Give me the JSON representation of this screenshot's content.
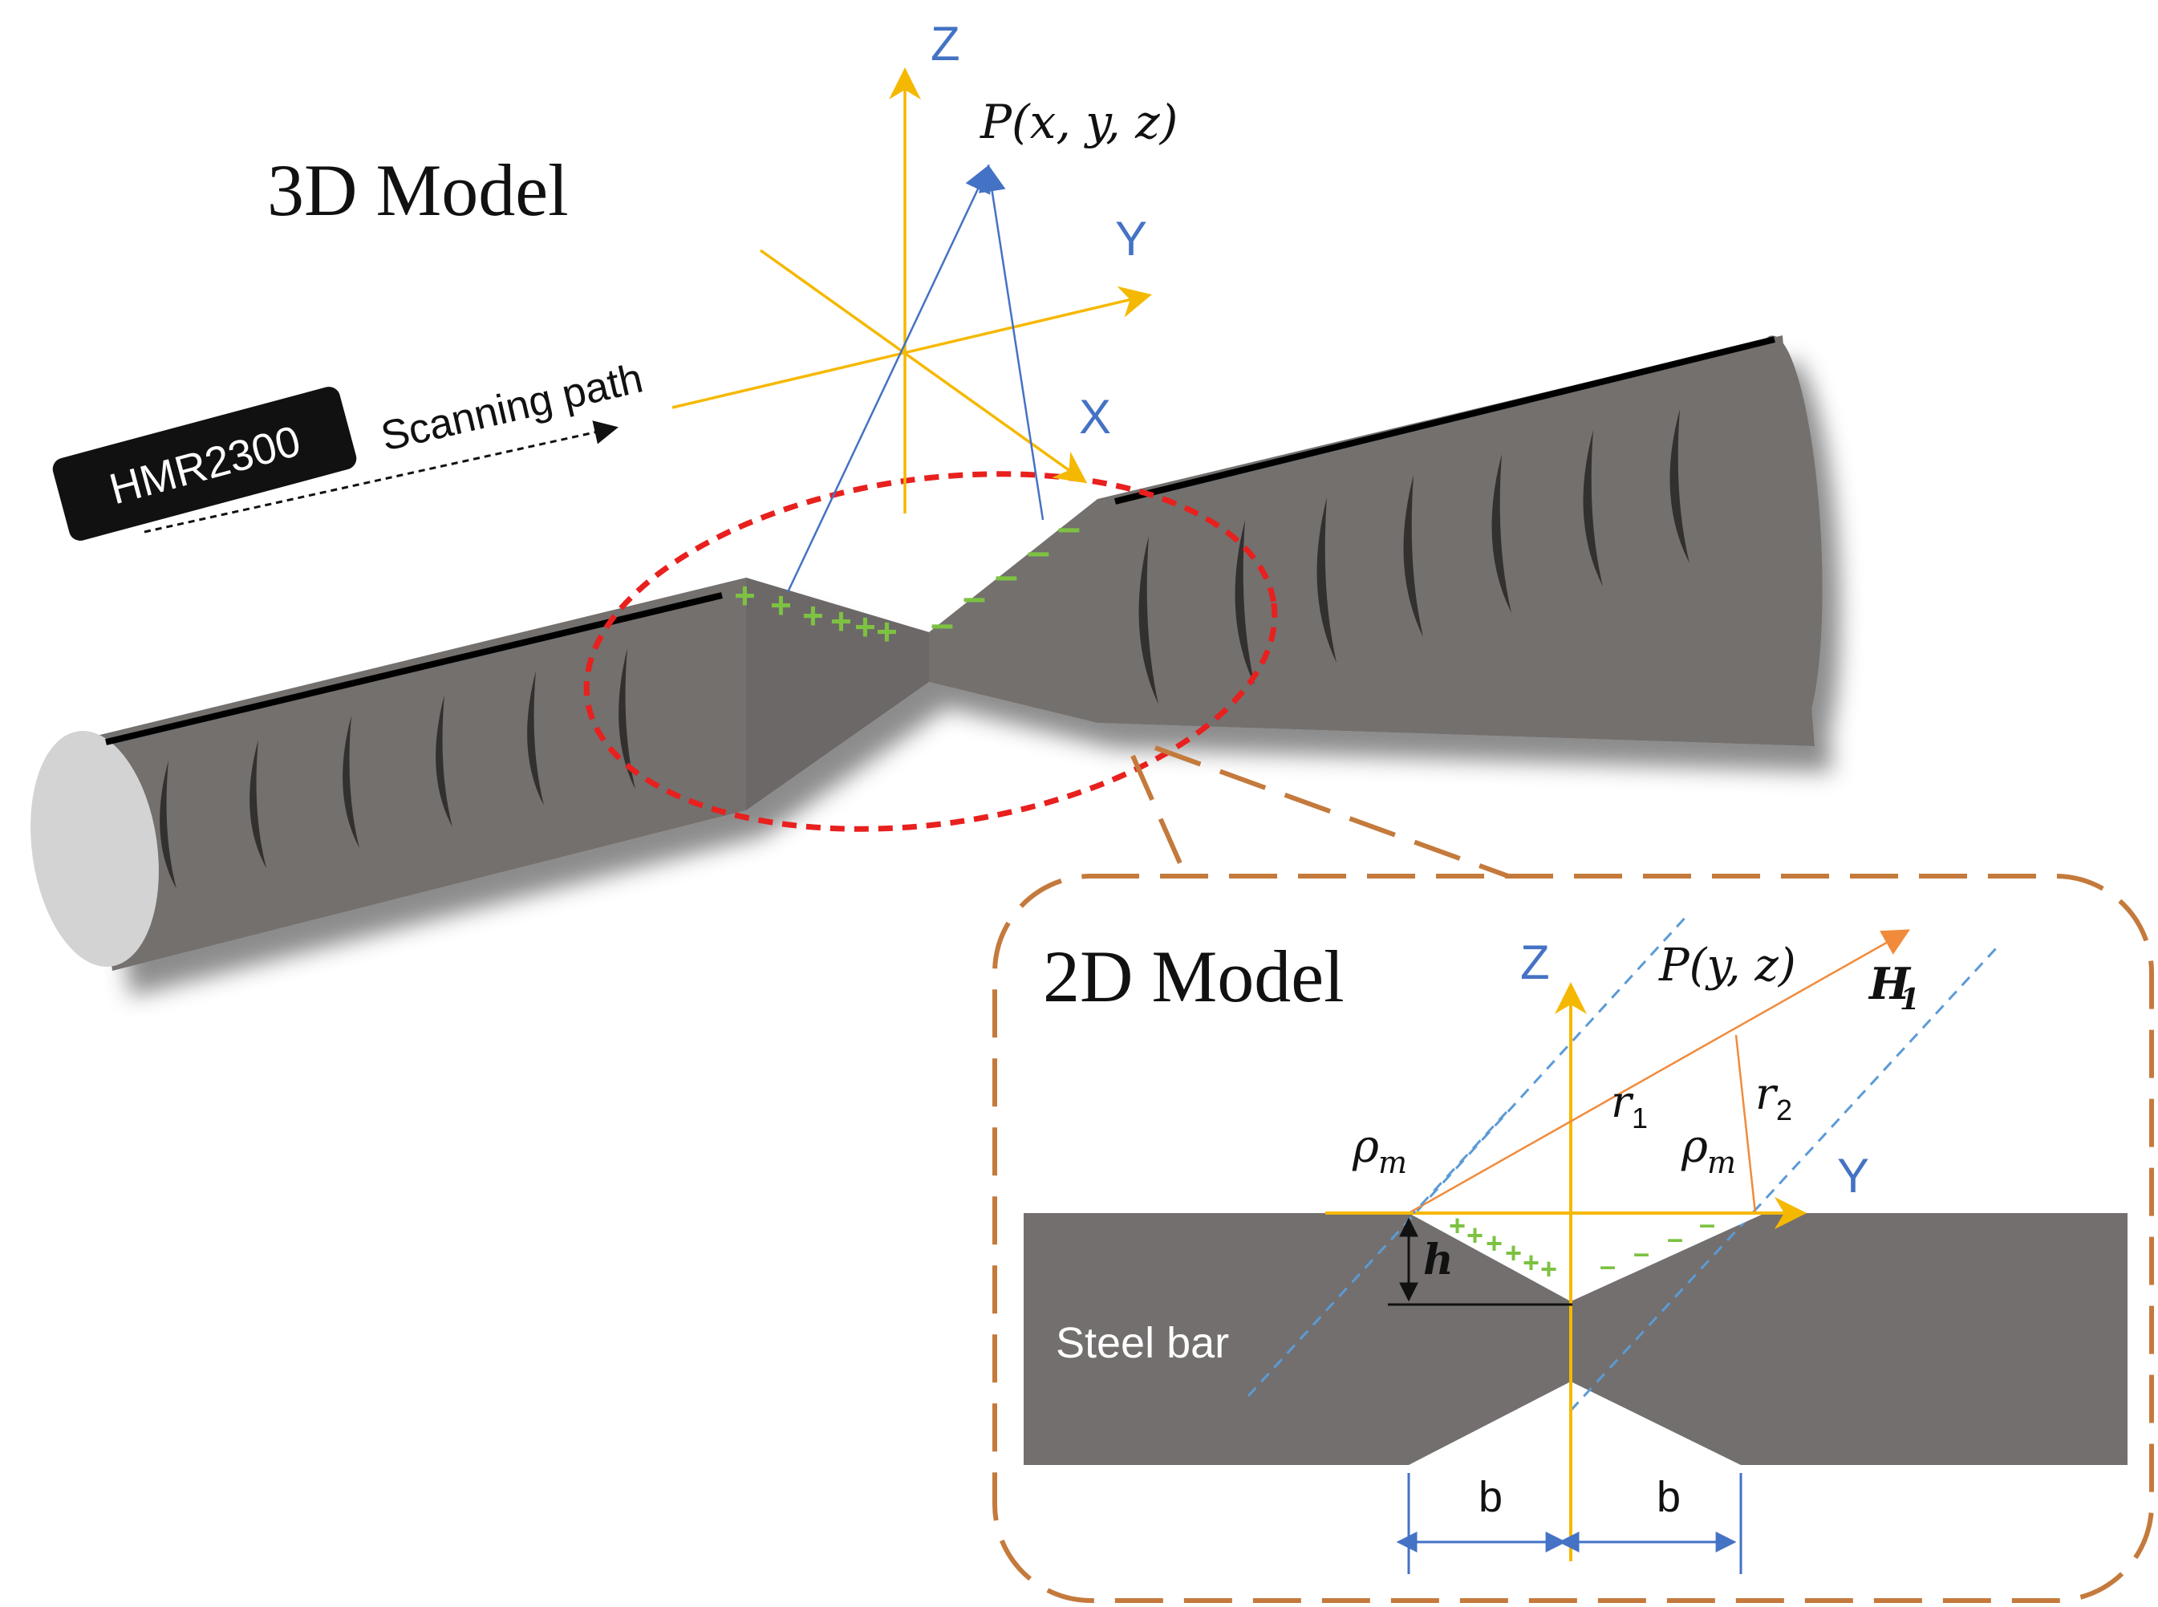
{
  "titles": {
    "model_3d": "3D Model",
    "model_2d": "2D Model"
  },
  "sensor": {
    "name": "HMR2300",
    "path_label": "Scanning path"
  },
  "axes_3d": {
    "x": "X",
    "y": "Y",
    "z": "Z"
  },
  "point_3d": "P(x, y, z)",
  "charges": {
    "positive": "+",
    "negative": "–"
  },
  "axes_2d": {
    "y": "Y",
    "z": "Z"
  },
  "point_2d": "P(y, z)",
  "field_label": {
    "base": "H",
    "sub": "1"
  },
  "distances": {
    "r1": {
      "base": "r",
      "sub": "1"
    },
    "r2": {
      "base": "r",
      "sub": "2"
    }
  },
  "density": {
    "base": "ρ",
    "sub": "m"
  },
  "depth_label": "h",
  "material_label": "Steel bar",
  "width_label": "b",
  "colors": {
    "bar": "#736f6e",
    "bar_dark": "#3a3837",
    "bar_end": "#d3d3d3",
    "axis": "#f5b800",
    "vector": "#4472c4",
    "charge": "#7dc242",
    "ellipse": "#e8201e",
    "callout": "#c47a3c",
    "field": "#f08b3c",
    "dash_line": "#5b9bd5"
  }
}
